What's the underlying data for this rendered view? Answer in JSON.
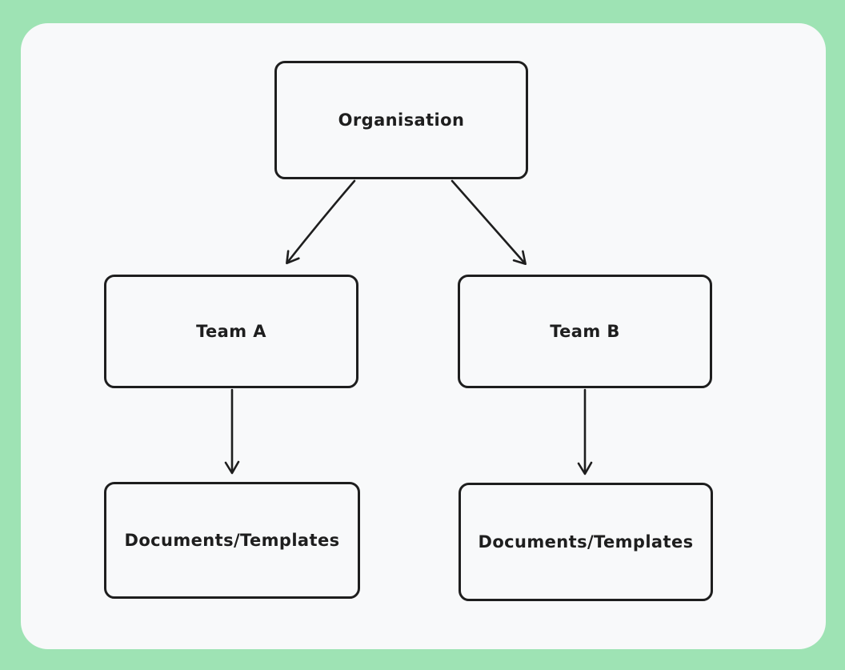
{
  "app": {
    "type": "flowchart-diagram",
    "background_color": "#9ee3b4",
    "panel_background_color": "#f8f9fa",
    "stroke_color": "#1e1e1e",
    "text_color": "#1e1e1e"
  },
  "diagram": {
    "nodes": [
      {
        "id": "organisation",
        "label": "Organisation"
      },
      {
        "id": "team-a",
        "label": "Team A"
      },
      {
        "id": "team-b",
        "label": "Team B"
      },
      {
        "id": "documents-a",
        "label": "Documents/Templates"
      },
      {
        "id": "documents-b",
        "label": "Documents/Templates"
      }
    ],
    "edges": [
      {
        "from": "organisation",
        "to": "team-a"
      },
      {
        "from": "organisation",
        "to": "team-b"
      },
      {
        "from": "team-a",
        "to": "documents-a"
      },
      {
        "from": "team-b",
        "to": "documents-b"
      }
    ]
  }
}
